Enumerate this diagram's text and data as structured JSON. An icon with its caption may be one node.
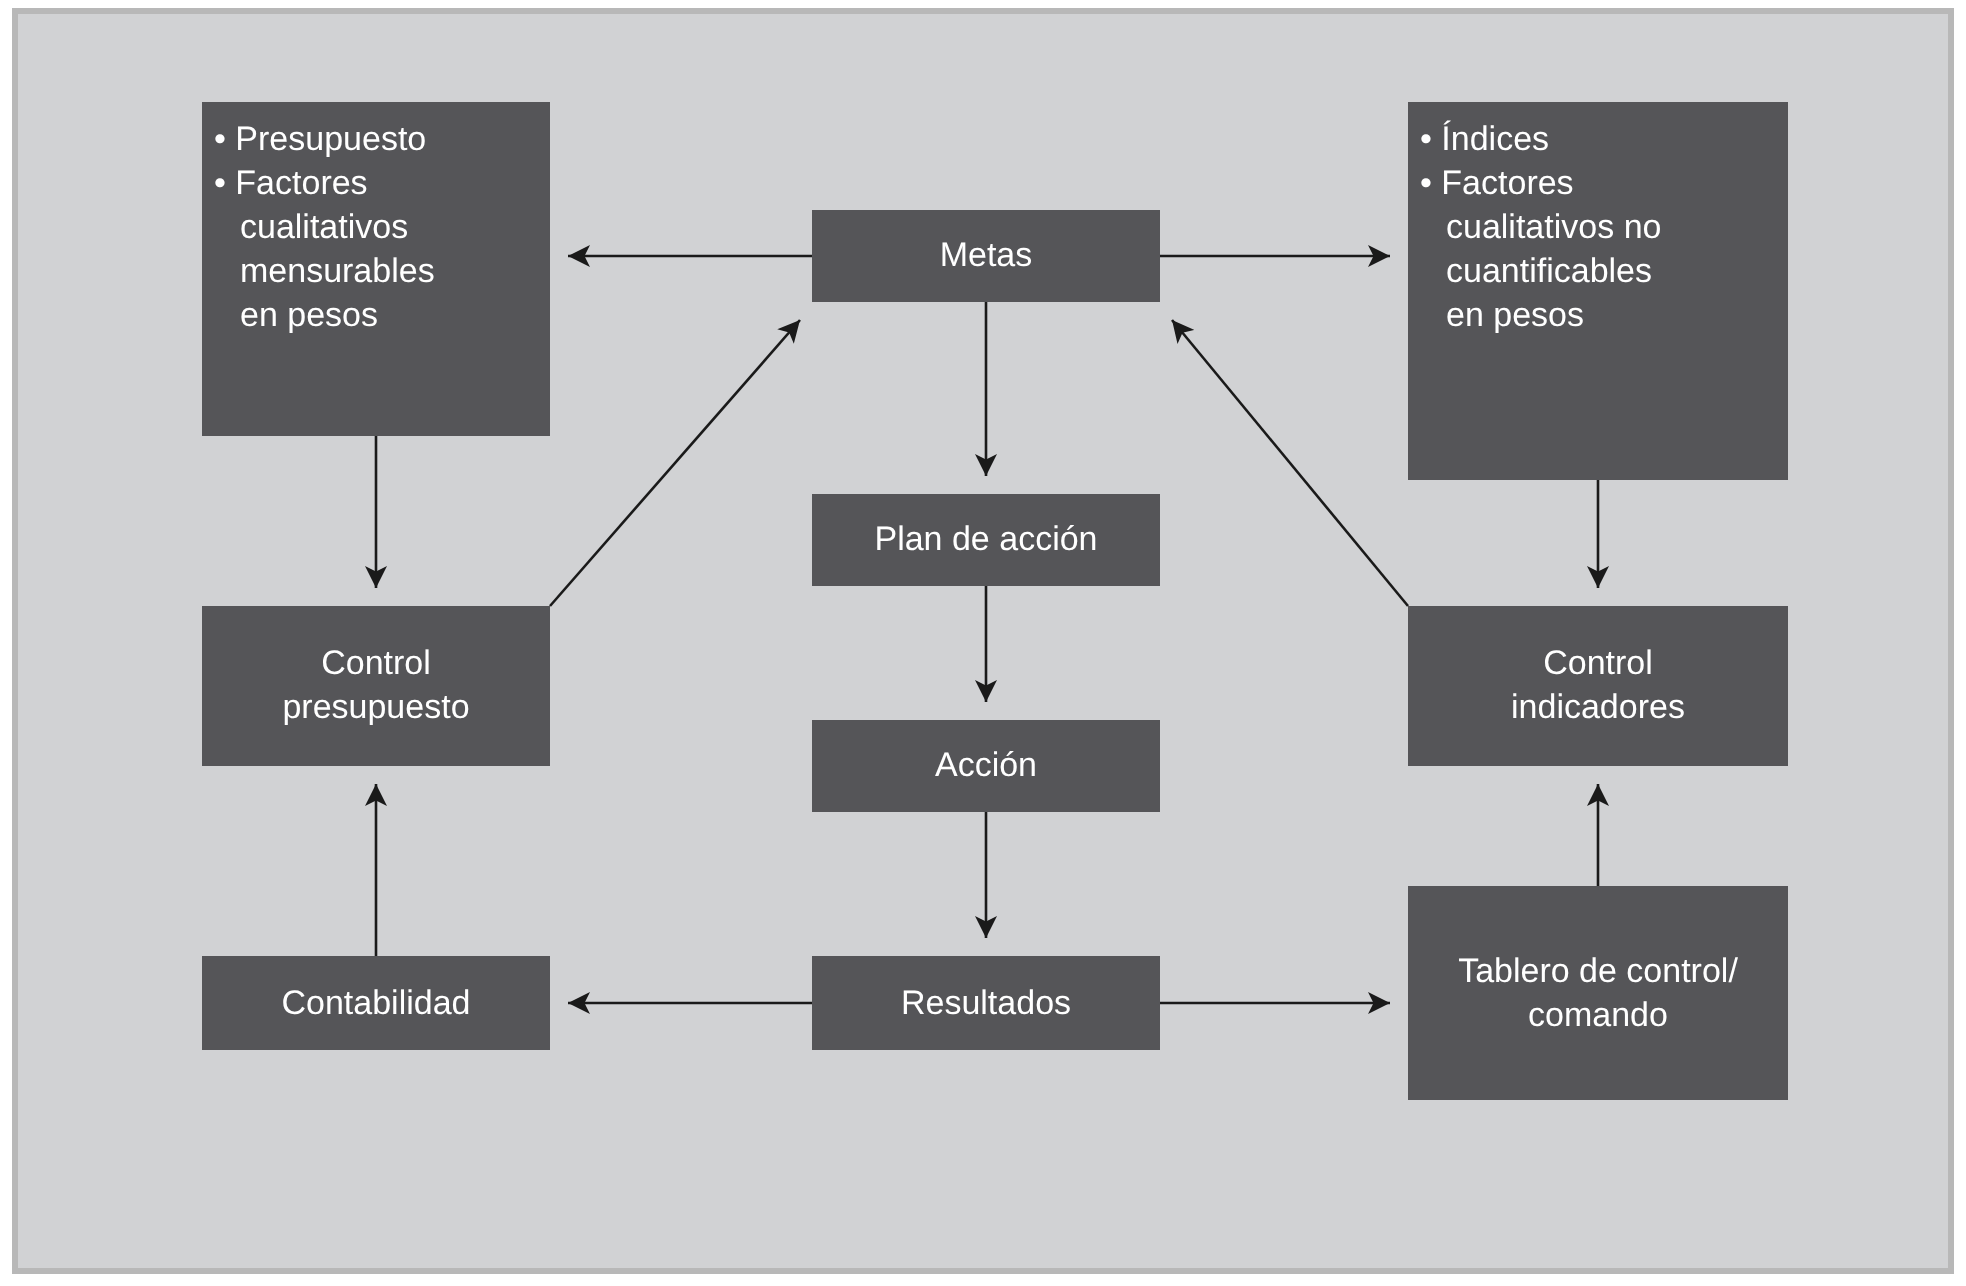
{
  "diagram": {
    "nodes": [
      {
        "text": [
          "Metas"
        ]
      },
      {
        "text": [
          "• Presupuesto",
          "• Factores cualitativos mensurables en pesos"
        ]
      },
      {
        "text": [
          "• Índices",
          "• Factores cualitativos no cuantificables en pesos"
        ]
      },
      {
        "text": [
          "Plan de acción"
        ]
      },
      {
        "text": [
          "Control presupuesto"
        ]
      },
      {
        "text": [
          "Control indicadores"
        ]
      },
      {
        "text": [
          "Acción"
        ]
      },
      {
        "text": [
          "Contabilidad"
        ]
      },
      {
        "text": [
          "Resultados"
        ]
      },
      {
        "text": [
          "Tablero de control/ comando"
        ]
      }
    ],
    "edges": [
      {
        "from": 0,
        "to": 1,
        "arrow": "to"
      },
      {
        "from": 0,
        "to": 2,
        "arrow": "to"
      },
      {
        "from": 0,
        "to": 3,
        "arrow": "to"
      },
      {
        "from": 1,
        "to": 4,
        "arrow": "to"
      },
      {
        "from": 4,
        "to": 0,
        "arrow": "to"
      },
      {
        "from": 2,
        "to": 5,
        "arrow": "to"
      },
      {
        "from": 5,
        "to": 0,
        "arrow": "to"
      },
      {
        "from": 3,
        "to": 6,
        "arrow": "to"
      },
      {
        "from": 6,
        "to": 8,
        "arrow": "to"
      },
      {
        "from": 8,
        "to": 7,
        "arrow": "to"
      },
      {
        "from": 8,
        "to": 9,
        "arrow": "to"
      },
      {
        "from": 7,
        "to": 4,
        "arrow": "to"
      },
      {
        "from": 9,
        "to": 5,
        "arrow": "to"
      }
    ]
  }
}
